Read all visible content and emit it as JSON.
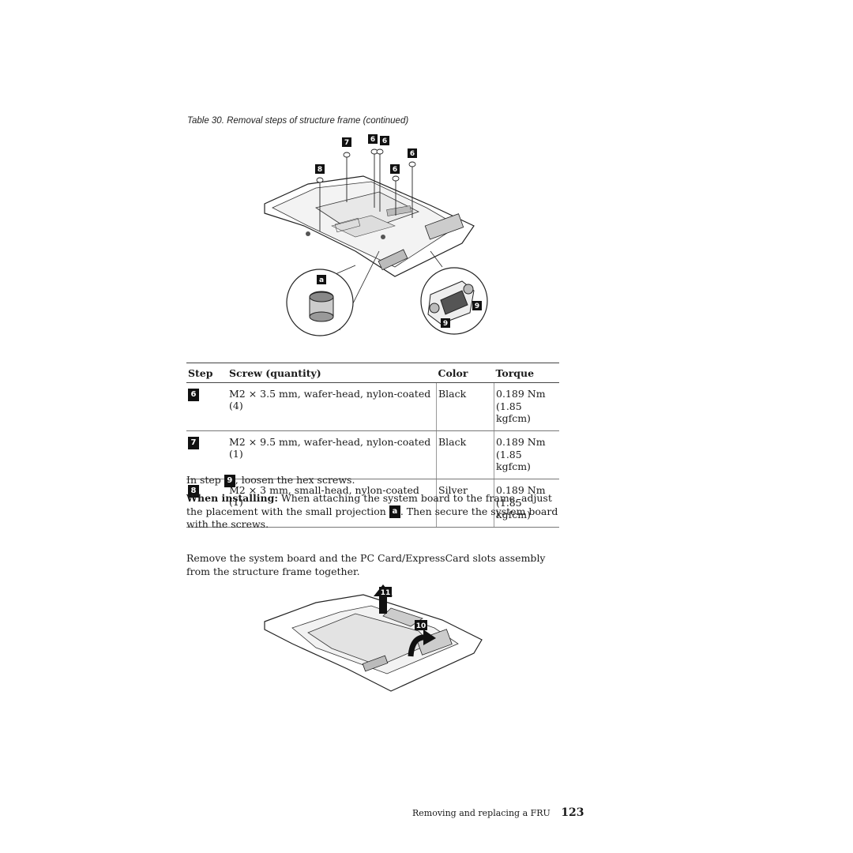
{
  "caption": "Table 30. Removal steps of structure frame (continued)",
  "figure1": {
    "callouts": [
      "7",
      "6",
      "6",
      "6",
      "6",
      "8",
      "a",
      "9",
      "9"
    ]
  },
  "table": {
    "headers": [
      "Step",
      "Screw (quantity)",
      "Color",
      "Torque"
    ],
    "rows": [
      {
        "step": "6",
        "screw": "M2 × 3.5 mm, wafer-head, nylon-coated (4)",
        "color": "Black",
        "torque1": "0.189 Nm",
        "torque2": "(1.85 kgfcm)"
      },
      {
        "step": "7",
        "screw": "M2 × 9.5 mm, wafer-head, nylon-coated (1)",
        "color": "Black",
        "torque1": "0.189 Nm",
        "torque2": "(1.85 kgfcm)"
      },
      {
        "step": "8",
        "screw": "M2 × 3 mm, small-head, nylon-coated (1)",
        "color": "Silver",
        "torque1": "0.189 Nm",
        "torque2": "(1.85 kgfcm)"
      }
    ]
  },
  "step_note": {
    "before": "In step",
    "badge": "9",
    "after": ", loosen the hex screws."
  },
  "install_note": {
    "label": "When installing:",
    "text1": "When attaching the system board to the frame, adjust the placement with the small projection",
    "badge": "a",
    "text2": ". Then secure the system board with the screws."
  },
  "remove_note": "Remove the system board and the PC Card/ExpressCard slots assembly from the structure frame together.",
  "figure2": {
    "callouts": [
      "11",
      "10"
    ]
  },
  "footer": {
    "text": "Removing and replacing a FRU",
    "page": "123"
  }
}
